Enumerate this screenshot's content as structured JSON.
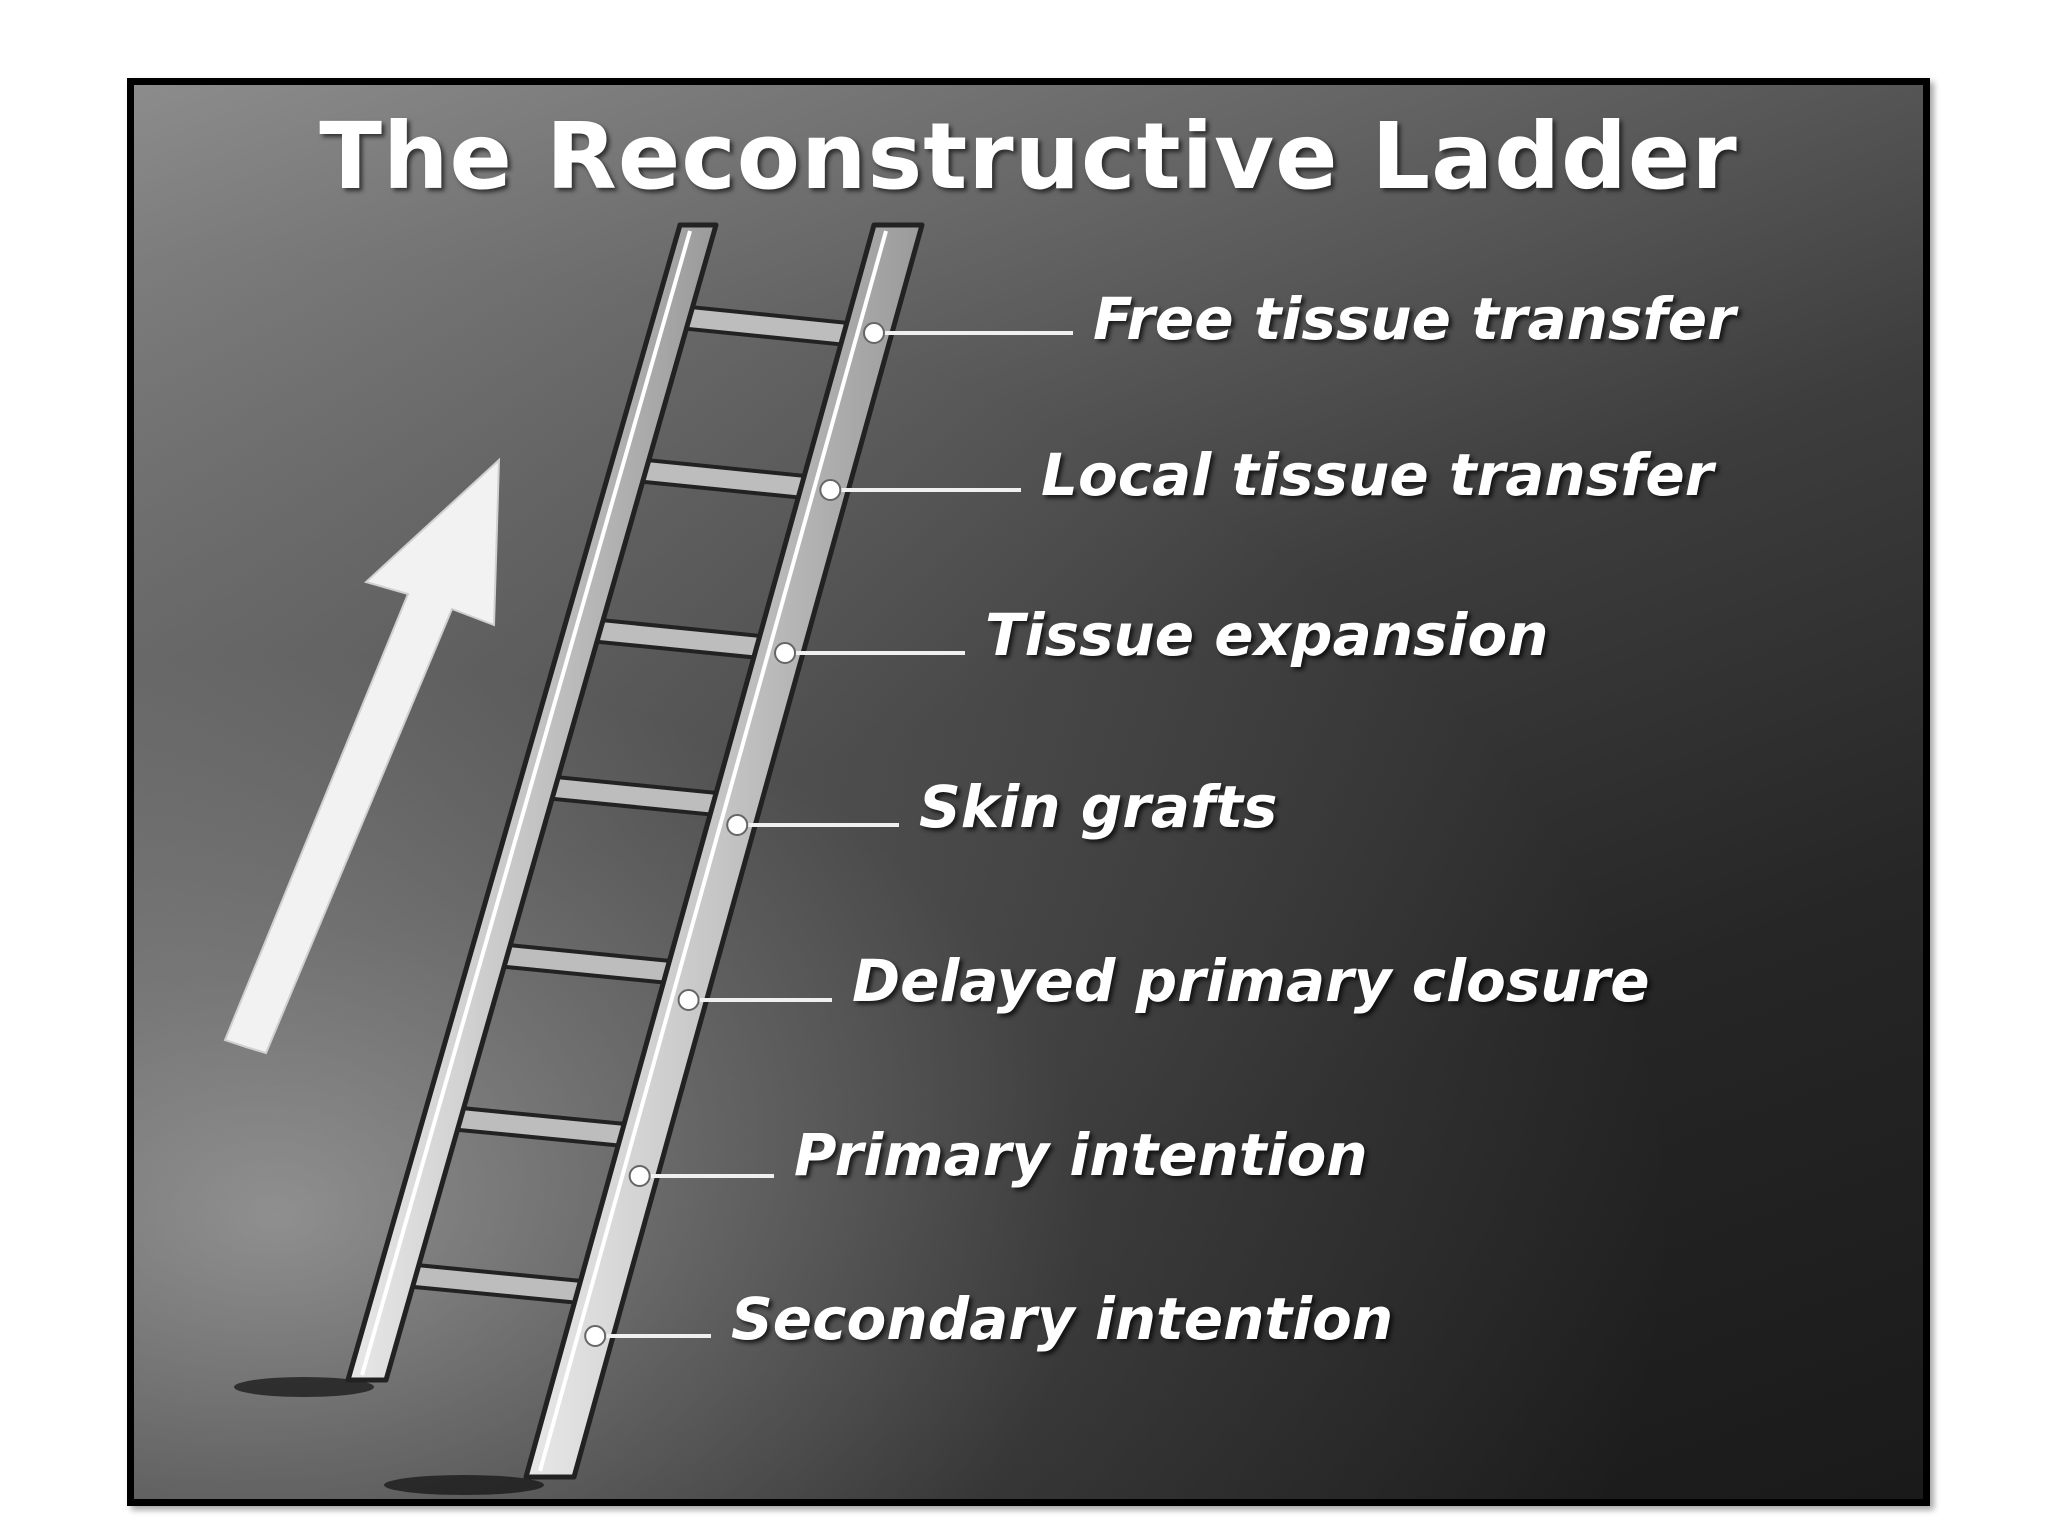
{
  "title": "The Reconstructive Ladder",
  "rungs": [
    {
      "label": "Free tissue transfer"
    },
    {
      "label": "Local tissue transfer"
    },
    {
      "label": "Tissue expansion"
    },
    {
      "label": "Skin grafts"
    },
    {
      "label": "Delayed primary closure"
    },
    {
      "label": "Primary intention"
    },
    {
      "label": "Secondary intention"
    }
  ],
  "icons": {
    "arrow": "up-arrow-icon",
    "ladder": "ladder-icon"
  },
  "colors": {
    "background_dark": "#1a1a1a",
    "background_light": "#8c8c8c",
    "text": "#ffffff",
    "ladder": "#c8c8c8",
    "frame_border": "#000000"
  }
}
